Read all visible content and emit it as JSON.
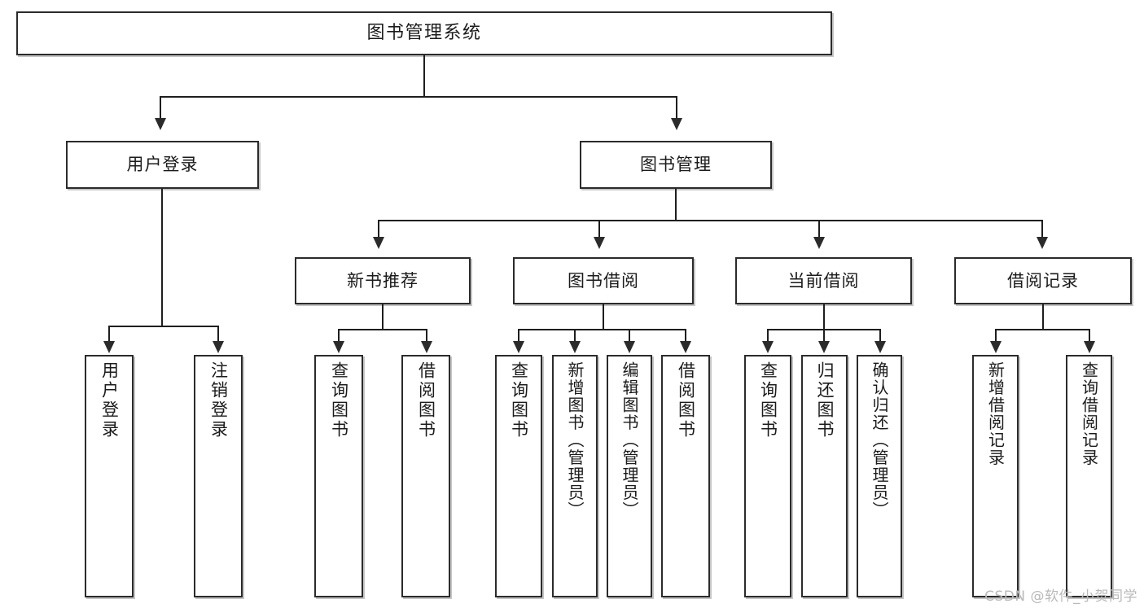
{
  "diagram": {
    "title": "图书管理系统",
    "watermark": "CSDN @软件_小贺同学",
    "root": {
      "label": "图书管理系统"
    },
    "level2": [
      {
        "label": "用户登录"
      },
      {
        "label": "图书管理"
      }
    ],
    "level3": [
      {
        "label": "新书推荐"
      },
      {
        "label": "图书借阅"
      },
      {
        "label": "当前借阅"
      },
      {
        "label": "借阅记录"
      }
    ],
    "leaves": {
      "user_login": [
        {
          "label": "用户登录"
        },
        {
          "label": "注销登录"
        }
      ],
      "new_book": [
        {
          "label": "查询图书"
        },
        {
          "label": "借阅图书"
        }
      ],
      "borrow": [
        {
          "label": "查询图书"
        },
        {
          "label": "新增图书（管理员）"
        },
        {
          "label": "编辑图书（管理员）"
        },
        {
          "label": "借阅图书"
        }
      ],
      "current": [
        {
          "label": "查询图书"
        },
        {
          "label": "归还图书"
        },
        {
          "label": "确认归还（管理员）"
        }
      ],
      "records": [
        {
          "label": "新增借阅记录"
        },
        {
          "label": "查询借阅记录"
        }
      ]
    }
  },
  "colors": {
    "stroke": "#2b2b2b",
    "line": "#1e1e1e",
    "background": "#ffffff",
    "watermark": "#b9b9b9"
  }
}
